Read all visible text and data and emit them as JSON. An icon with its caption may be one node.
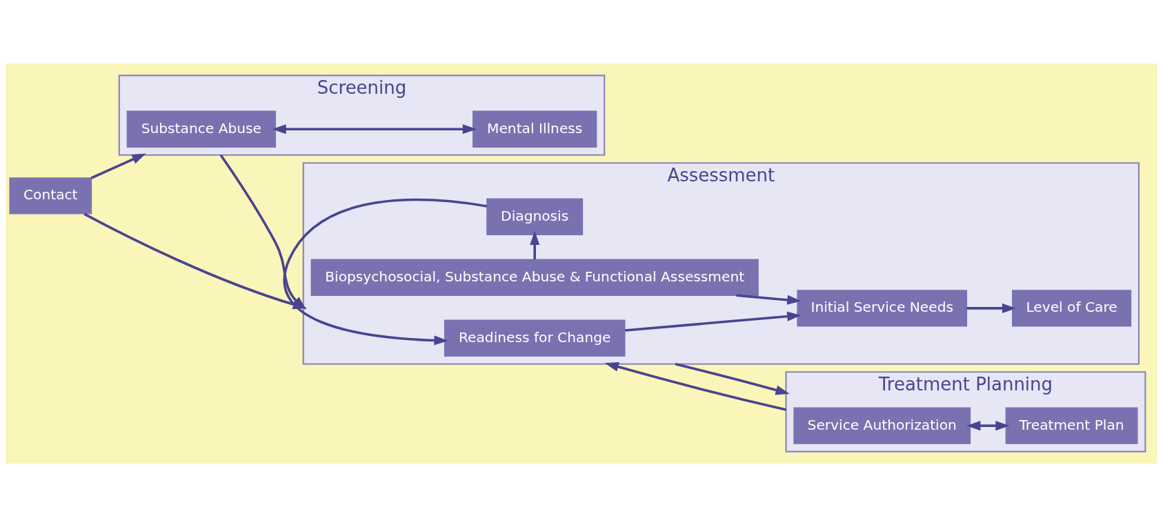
{
  "diagram": {
    "nodes": [
      {
        "text": [
          "Contact"
        ]
      },
      {
        "text": [
          "Screening"
        ]
      },
      {
        "text": [
          "Substance Abuse"
        ],
        "in": 1
      },
      {
        "text": [
          "Mental Illness"
        ],
        "in": 1
      },
      {
        "text": [
          "Assessment"
        ]
      },
      {
        "text": [
          "Readiness for Change"
        ],
        "in": 4
      },
      {
        "text": [
          "Diagnosis"
        ],
        "in": 4
      },
      {
        "text": [
          "Biopsychosocial, Substance Abuse & Functional Assessment"
        ],
        "in": 4
      },
      {
        "text": [
          "Initial Service Needs"
        ],
        "in": 4
      },
      {
        "text": [
          "Level of Care"
        ],
        "in": 4
      },
      {
        "text": [
          "Treatment Planning"
        ]
      },
      {
        "text": [
          "Service Authorization"
        ],
        "in": 10
      },
      {
        "text": [
          "Treatment Plan"
        ],
        "in": 10
      }
    ],
    "edges": [
      {
        "from": 0,
        "to": 1,
        "arrow": "to"
      },
      {
        "from": 2,
        "to": 3,
        "arrow": "both"
      },
      {
        "from": 1,
        "to": 4,
        "arrow": "to"
      },
      {
        "from": 7,
        "to": 6,
        "arrow": "to"
      },
      {
        "from": 6,
        "to": 5,
        "arrow": "to"
      },
      {
        "from": 5,
        "to": 8,
        "arrow": "to"
      },
      {
        "from": 7,
        "to": 8,
        "arrow": "to"
      },
      {
        "from": 8,
        "to": 9,
        "arrow": "to"
      },
      {
        "from": 4,
        "to": 10,
        "arrow": "to"
      },
      {
        "from": 10,
        "to": 4,
        "arrow": "to"
      },
      {
        "from": 0,
        "to": 4,
        "arrow": "to"
      },
      {
        "from": 11,
        "to": 12,
        "arrow": "both"
      }
    ]
  }
}
